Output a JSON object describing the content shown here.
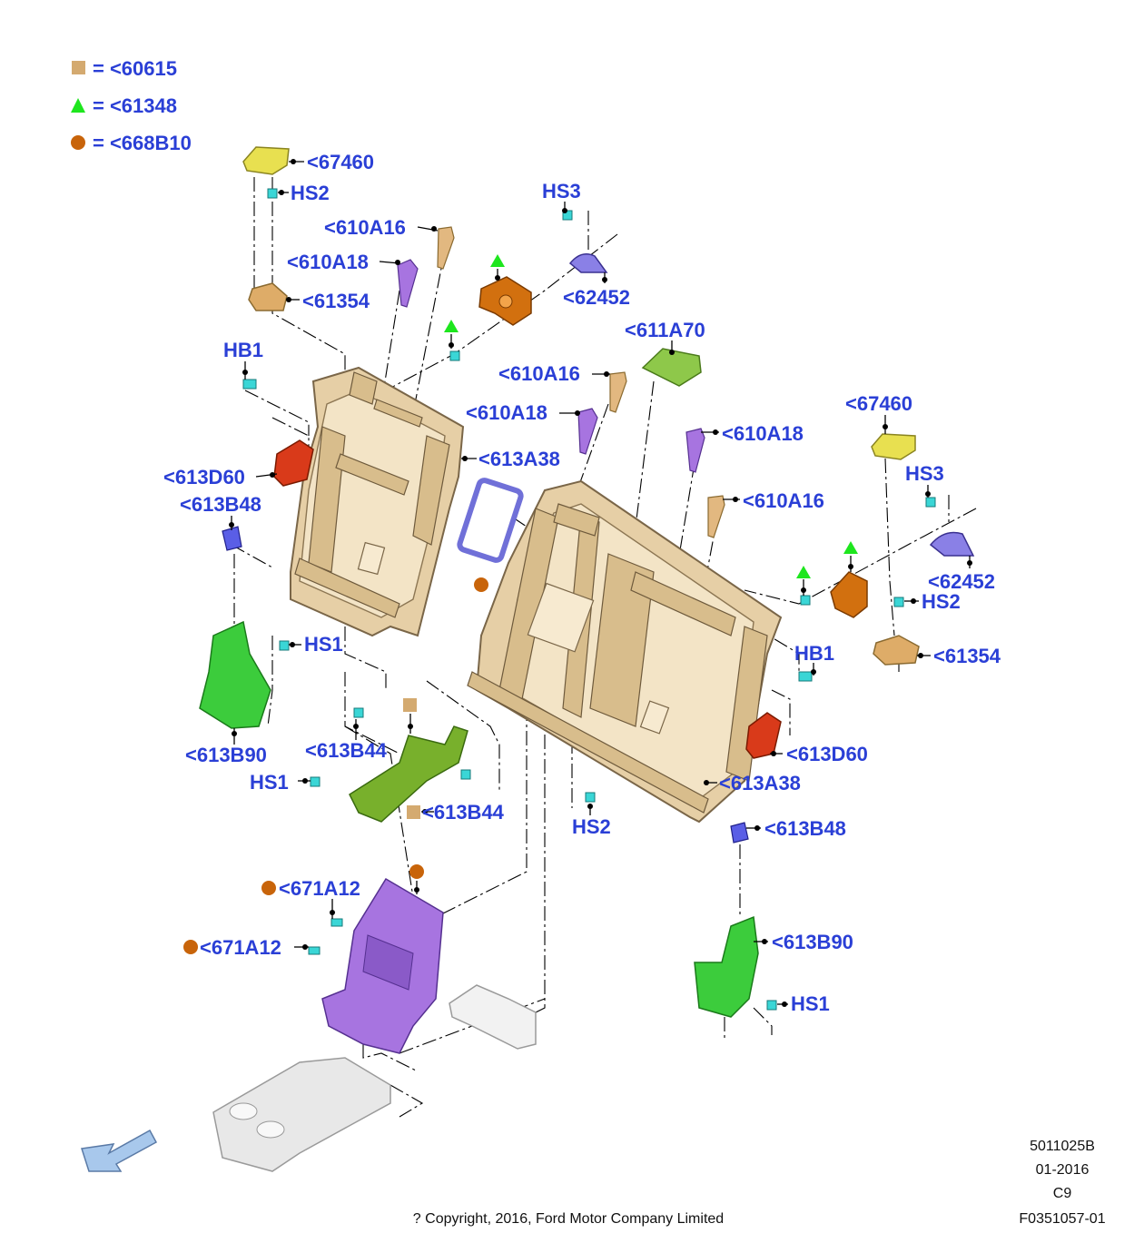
{
  "legend": [
    {
      "symbol": "square",
      "color": "#d4aa70",
      "text": "= <60615"
    },
    {
      "symbol": "triangle",
      "color": "#1ee61e",
      "text": "= <61348"
    },
    {
      "symbol": "circle",
      "color": "#c8640a",
      "text": "= <668B10"
    }
  ],
  "callouts": {
    "c67460_left": "<67460",
    "chs2_top_left": "HS2",
    "c610a16_left": "<610A16",
    "c610a18_left": "<610A18",
    "c61354_left": "<61354",
    "chs3_top": "HS3",
    "c62452_top": "<62452",
    "chb1_left": "HB1",
    "c611a70": "<611A70",
    "c610a16_mid": "<610A16",
    "c610a18_mid": "<610A18",
    "c613a38_left": "<613A38",
    "c613d60_left": "<613D60",
    "c613b48_left": "<613B48",
    "c610a18_right": "<610A18",
    "c67460_right": "<67460",
    "c610a16_right": "<610A16",
    "chs3_right": "HS3",
    "c62452_right": "<62452",
    "chs2_right": "HS2",
    "chs1_left": "HS1",
    "chb1_right": "HB1",
    "c61354_right": "<61354",
    "c613b90_left": "<613B90",
    "c613b44_a": "<613B44",
    "c613d60_right": "<613D60",
    "chs1_mid": "HS1",
    "c613a38_right": "<613A38",
    "c613b44_b": "<613B44",
    "chs2_bottom": "HS2",
    "c613b48_right": "<613B48",
    "c671a12_a": "<671A12",
    "c671a12_b": "<671A12",
    "c613b90_right": "<613B90",
    "chs1_right": "HS1"
  },
  "footer": {
    "code1": "5011025B",
    "date": "01-2016",
    "code2": "C9",
    "copyright": "? Copyright, 2016, Ford Motor Company Limited",
    "figure": "F0351057-01"
  },
  "colors": {
    "label": "#2a3fd6",
    "frame": "#e6cfa6",
    "bracket_green": "#3ccc3c",
    "cover_purple": "#a774e0",
    "latch_orange": "#d2700f",
    "cap_yellow": "#e8e050",
    "fastener_cyan": "#3ad6d6",
    "red_part": "#d93a1a"
  }
}
